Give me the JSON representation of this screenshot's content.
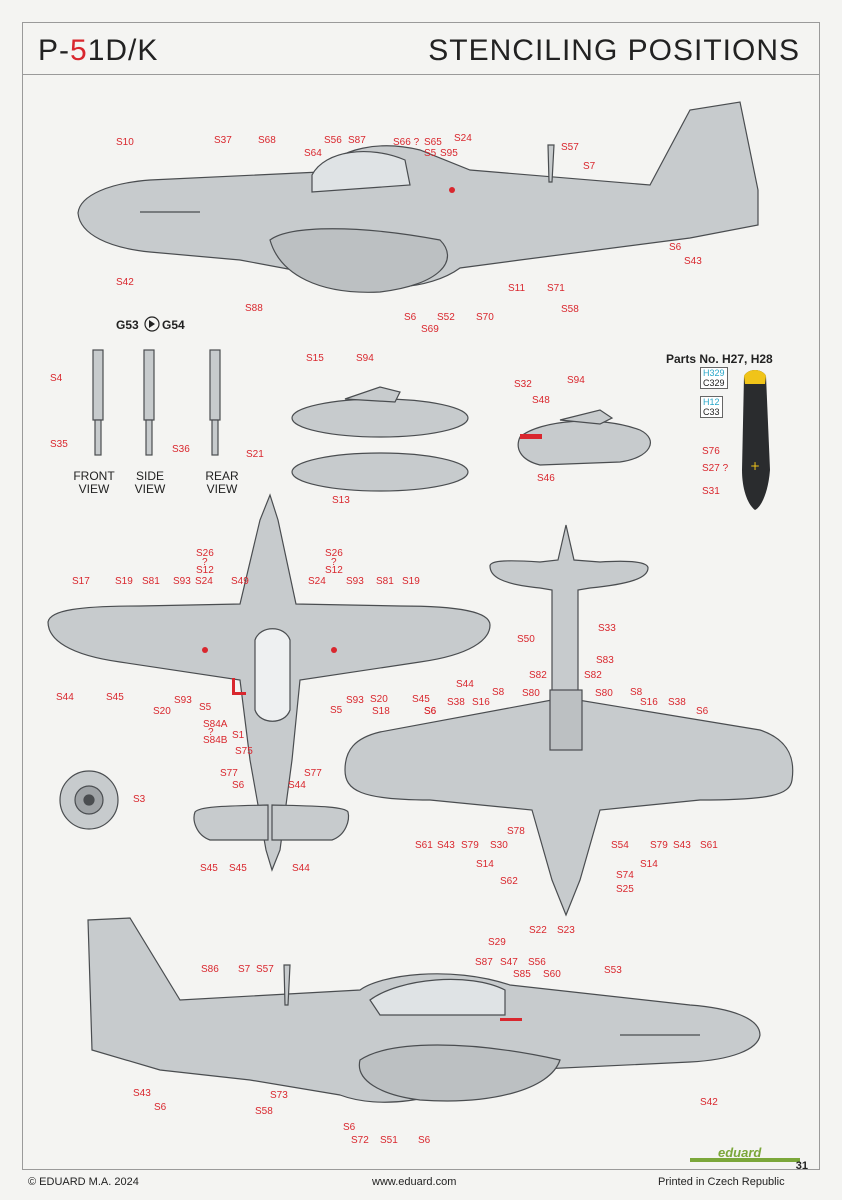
{
  "header": {
    "title_left_a": "P-",
    "title_left_b": "5",
    "title_left_c": "1D/K",
    "title_right": "STENCILING POSITIONS"
  },
  "gear": {
    "heading_left": "G53",
    "heading_right": "G54",
    "captions": [
      "FRONT\nVIEW",
      "SIDE\nVIEW",
      "REAR\nVIEW"
    ]
  },
  "parts": {
    "heading": "Parts No. H27, H28",
    "code1_top": "H329",
    "code1_bottom": "C329",
    "code2_top": "H12",
    "code2_bottom": "C33"
  },
  "labels": {
    "top": [
      "S10",
      "S37",
      "S68",
      "S56",
      "S87",
      "S66 ?",
      "S65",
      "S5",
      "S95",
      "S24",
      "S64",
      "S57",
      "S7",
      "S6",
      "S43",
      "S42",
      "S88",
      "S6",
      "S69",
      "S52",
      "S70",
      "S58",
      "S71",
      "S11"
    ],
    "gear": [
      "S4",
      "S35",
      "S36",
      "S21"
    ],
    "tanks": [
      "S15",
      "S94",
      "S13",
      "S32",
      "S94",
      "S48",
      "S46"
    ],
    "prop": [
      "S76",
      "S27 ?",
      "S31"
    ],
    "wing_upper": [
      "S26",
      "?",
      "S12",
      "S24",
      "S49",
      "S17",
      "S19",
      "S81",
      "S93",
      "S26",
      "?",
      "S12",
      "S24",
      "S93",
      "S81",
      "S19",
      "S44",
      "S45",
      "S20",
      "S93",
      "S5",
      "S84A",
      "?",
      "S84B",
      "S1",
      "S75",
      "S93",
      "S5",
      "S20",
      "S18",
      "S45",
      "S44",
      "S6",
      "S77",
      "S6",
      "S77",
      "S44",
      "S45",
      "S45",
      "S44"
    ],
    "wheel": [
      "S3"
    ],
    "wing_lower": [
      "S50",
      "S33",
      "S82",
      "S83",
      "S82",
      "S80",
      "S80",
      "S38",
      "S16",
      "S8",
      "S8",
      "S16",
      "S38",
      "S6",
      "S6",
      "S61",
      "S43",
      "S79",
      "S30",
      "S78",
      "S14",
      "S54",
      "S79",
      "S43",
      "S61",
      "S14",
      "S62",
      "S74",
      "S25",
      "S22",
      "S23"
    ],
    "bottom": [
      "S29",
      "S87",
      "S47",
      "S56",
      "S85",
      "S60",
      "S86",
      "S7",
      "S57",
      "S53",
      "S43",
      "S6",
      "S73",
      "S58",
      "S6",
      "S72",
      "S51",
      "S6",
      "S42"
    ]
  },
  "footer": {
    "copyright": "© EDUARD M.A. 2024",
    "website": "www.eduard.com",
    "printed": "Printed in Czech Republic",
    "page": "31",
    "brand": "eduard"
  },
  "colors": {
    "accent": "#d9272e",
    "aircraft": "#c7cbcd",
    "outline": "#4a4d50",
    "prop": "#2a2c2e",
    "prop_tip": "#f0c419"
  }
}
